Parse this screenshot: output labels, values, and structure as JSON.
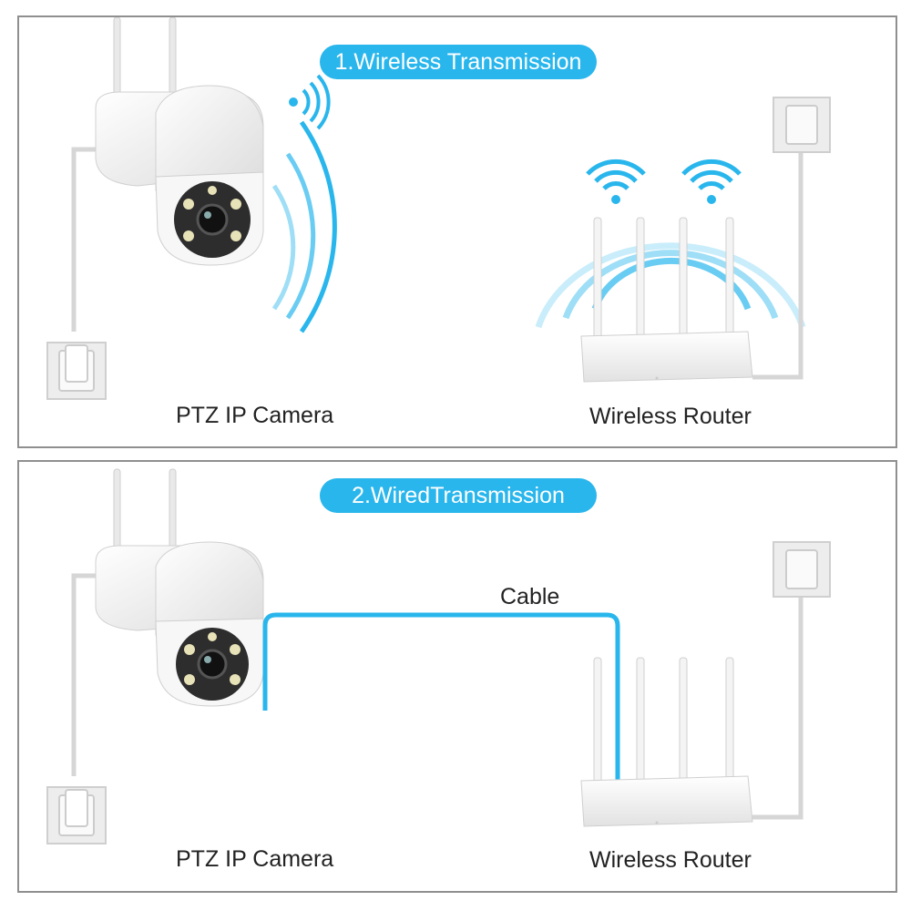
{
  "panels": [
    {
      "title": "1.Wireless Transmission",
      "camera_label": "PTZ IP Camera",
      "router_label": "Wireless Router"
    },
    {
      "title": "2.WiredTransmission",
      "camera_label": "PTZ IP Camera",
      "router_label": "Wireless Router",
      "cable_label": "Cable"
    }
  ],
  "colors": {
    "accent": "#29b6ec",
    "border": "#8f8f8f",
    "text": "#222222"
  },
  "icons": [
    "wifi-icon",
    "camera",
    "router",
    "power-socket"
  ]
}
